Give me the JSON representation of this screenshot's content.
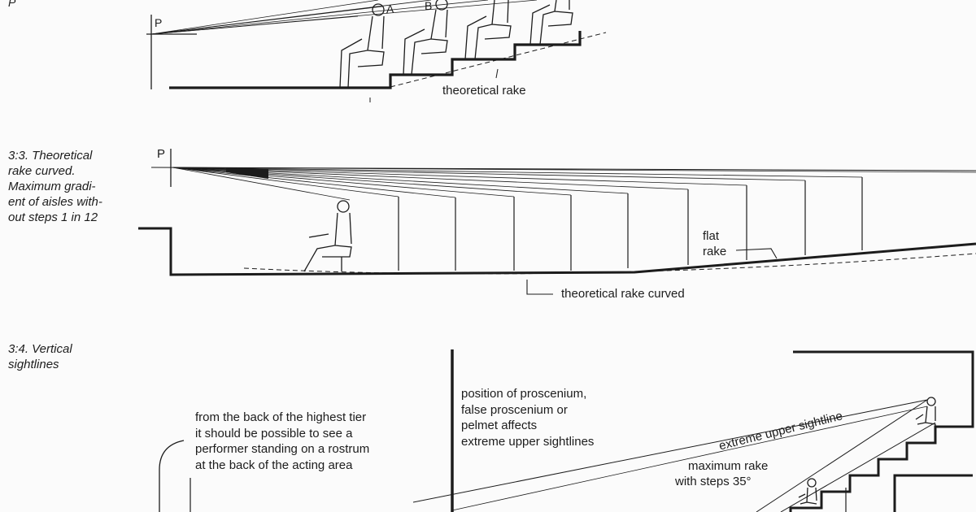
{
  "fig2": {
    "corner_letter": "P",
    "point_label": "P",
    "seat_a": "A",
    "seat_b": "B",
    "rake_label": "theoretical rake"
  },
  "fig3": {
    "caption_lines": [
      "3:3.  Theoretical",
      "rake curved.",
      "Maximum gradi-",
      "ent of aisles with-",
      "out steps 1 in 12"
    ],
    "point_label": "P",
    "flat_rake_line1": "flat",
    "flat_rake_line2": "rake",
    "curved_label": "theoretical rake curved"
  },
  "fig4": {
    "caption_lines": [
      "3:4.  Vertical",
      "sightlines"
    ],
    "back_tier_note": [
      "from the back of the highest tier",
      "it should be possible to see a",
      "performer standing on a rostrum",
      "at the back of the acting area"
    ],
    "proscenium_note": [
      "position of proscenium,",
      "false proscenium or",
      "pelmet affects",
      "extreme upper sightlines"
    ],
    "upper_sightline": "extreme upper sightline",
    "max_rake_line1": "maximum rake",
    "max_rake_line2": "with steps 35°"
  }
}
